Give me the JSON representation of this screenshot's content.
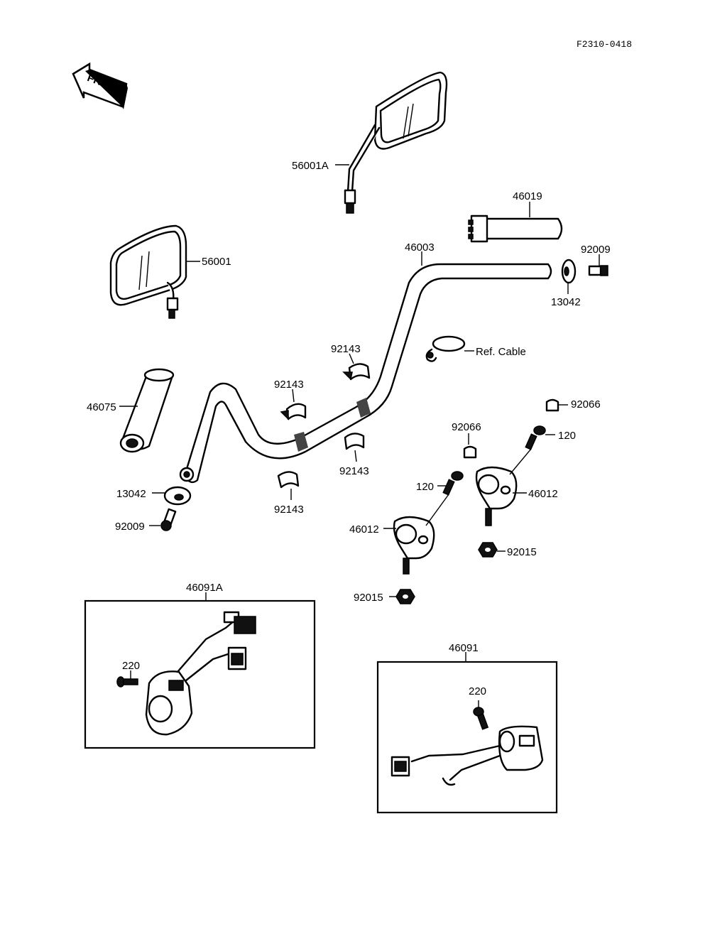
{
  "diagram_code": "F2310-0418",
  "front_marker": "FRONT",
  "callouts": {
    "mirror_right": "56001A",
    "mirror_left": "56001",
    "grip_throttle": "46019",
    "handlebar": "46003",
    "plug_bolt_right": "92009",
    "weight_right": "13042",
    "ref_cable": "Ref. Cable",
    "grip_left": "46075",
    "weight_left": "13042",
    "plug_bolt_left": "92009",
    "shim_1": "92143",
    "shim_2": "92143",
    "shim_3": "92143",
    "shim_4": "92143",
    "cap_1": "92066",
    "cap_2": "92066",
    "bolt_1": "120",
    "bolt_2": "120",
    "holder_1": "46012",
    "holder_2": "46012",
    "nut_1": "92015",
    "nut_2": "92015",
    "switch_left": "46091A",
    "screw_left": "220",
    "switch_right": "46091",
    "screw_right": "220"
  }
}
